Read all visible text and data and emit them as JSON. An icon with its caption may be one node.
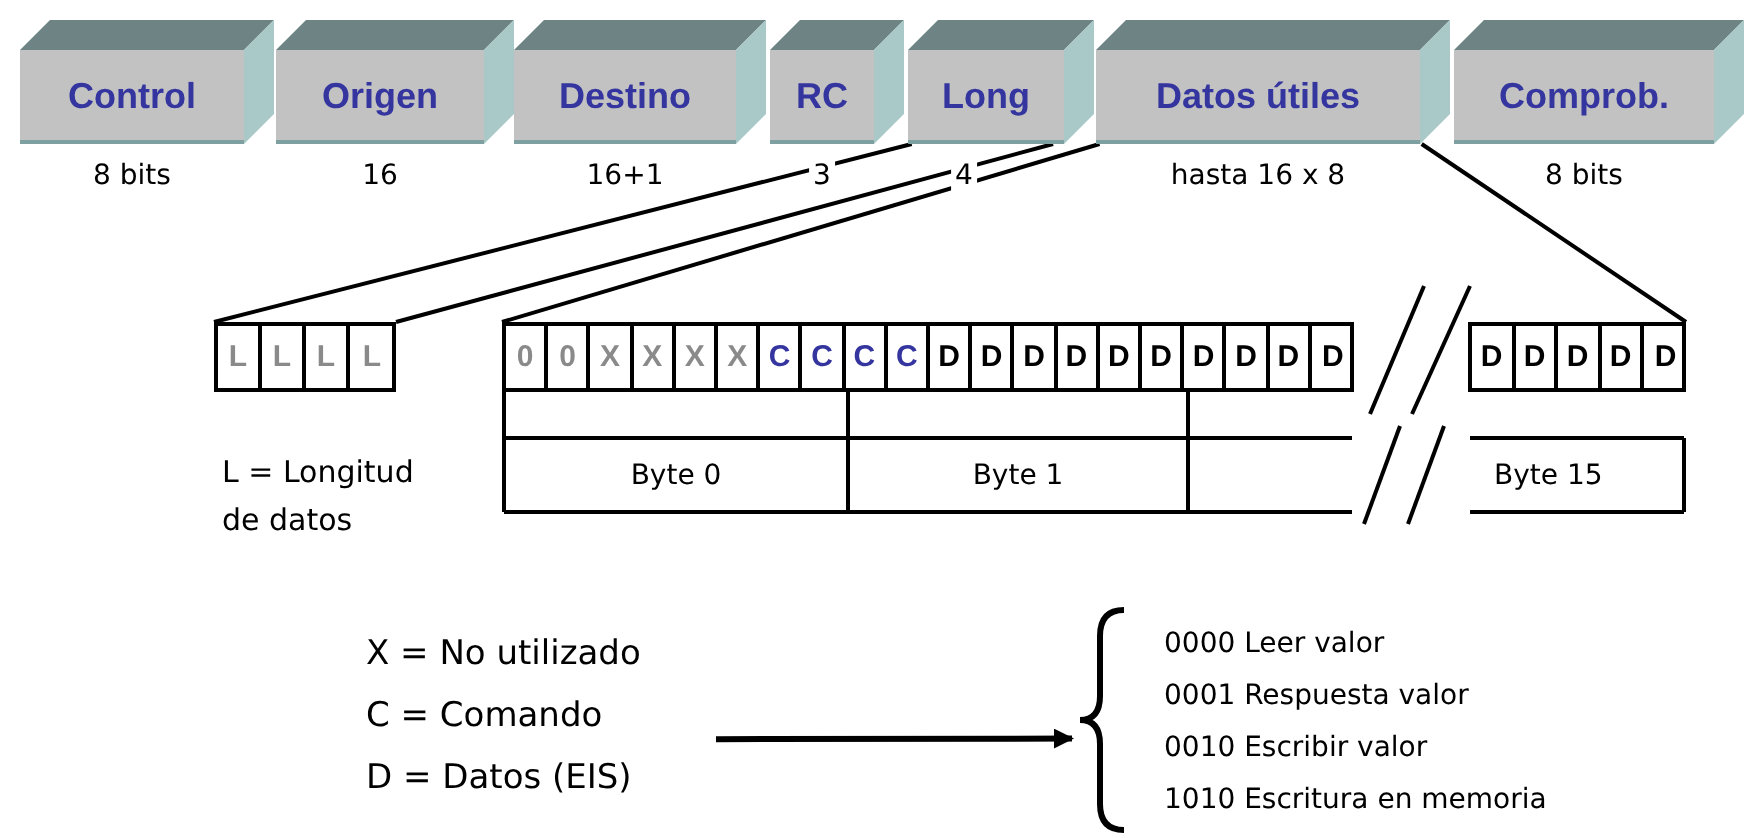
{
  "diagram": {
    "nodes": [
      {
        "text": [
          "Control"
        ],
        "beside": [
          "8 bits"
        ]
      },
      {
        "text": [
          "Origen"
        ],
        "beside": [
          "16"
        ]
      },
      {
        "text": [
          "Destino"
        ],
        "beside": [
          "16+1"
        ]
      },
      {
        "text": [
          "RC"
        ],
        "beside": [
          "3"
        ]
      },
      {
        "text": [
          "Long"
        ],
        "beside": [
          "4"
        ]
      },
      {
        "text": [
          "Datos útiles"
        ],
        "beside": [
          "hasta 16 x 8"
        ]
      },
      {
        "text": [
          "Comprob."
        ],
        "beside": [
          "8 bits"
        ]
      },
      {
        "text": [],
        "shape": "box"
      },
      {
        "text": [
          "L"
        ],
        "in": 7
      },
      {
        "text": [
          "L"
        ],
        "in": 7
      },
      {
        "text": [
          "L"
        ],
        "in": 7
      },
      {
        "text": [
          "L"
        ],
        "in": 7
      },
      {
        "text": [],
        "shape": "box"
      },
      {
        "text": [
          "0"
        ],
        "in": 12
      },
      {
        "text": [
          "0"
        ],
        "in": 12
      },
      {
        "text": [
          "X"
        ],
        "in": 12
      },
      {
        "text": [
          "X"
        ],
        "in": 12
      },
      {
        "text": [
          "X"
        ],
        "in": 12
      },
      {
        "text": [
          "X"
        ],
        "in": 12
      },
      {
        "text": [
          "C"
        ],
        "in": 12
      },
      {
        "text": [
          "C"
        ],
        "in": 12
      },
      {
        "text": [
          "C"
        ],
        "in": 12
      },
      {
        "text": [
          "C"
        ],
        "in": 12
      },
      {
        "text": [
          "D"
        ],
        "in": 12
      },
      {
        "text": [
          "D"
        ],
        "in": 12
      },
      {
        "text": [
          "D"
        ],
        "in": 12
      },
      {
        "text": [
          "D"
        ],
        "in": 12
      },
      {
        "text": [
          "D"
        ],
        "in": 12
      },
      {
        "text": [
          "D"
        ],
        "in": 12
      },
      {
        "text": [
          "D"
        ],
        "in": 12
      },
      {
        "text": [
          "D"
        ],
        "in": 12
      },
      {
        "text": [
          "D"
        ],
        "in": 12
      },
      {
        "text": [
          "D"
        ],
        "in": 12
      },
      {
        "text": [],
        "shape": "box"
      },
      {
        "text": [
          "D"
        ],
        "in": 33
      },
      {
        "text": [
          "D"
        ],
        "in": 33
      },
      {
        "text": [
          "D"
        ],
        "in": 33
      },
      {
        "text": [
          "D"
        ],
        "in": 33
      },
      {
        "text": [
          "D"
        ],
        "in": 33
      },
      {
        "text": [
          "X = No utilizado",
          "C = Comando",
          "D = Datos (EIS)"
        ]
      },
      {
        "text": [
          "0000 Leer valor",
          "0001 Respuesta valor",
          "0010 Escribir valor",
          "1010 Escritura en memoria"
        ]
      }
    ],
    "edges": [
      {
        "from": 4,
        "to": 7,
        "arrow": "none"
      },
      {
        "from": 4,
        "to": 7,
        "arrow": "none"
      },
      {
        "from": 5,
        "to": 12,
        "arrow": "none"
      },
      {
        "from": 5,
        "to": 33,
        "arrow": "none"
      },
      {
        "from": 39,
        "to": 40,
        "arrow": "to"
      }
    ],
    "labels": [
      "L = Longitud de datos",
      "Byte 0",
      "Byte 1",
      "Byte 15"
    ]
  }
}
